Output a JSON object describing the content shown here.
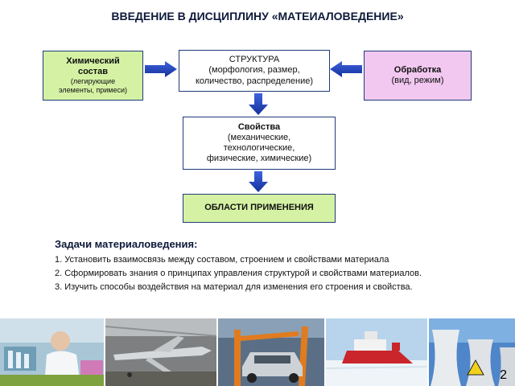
{
  "title": "ВВЕДЕНИЕ В ДИСЦИПЛИНУ «МАТЕИАЛОВЕДЕНИЕ»",
  "diagram": {
    "chemical": {
      "title_line1": "Химический",
      "title_line2": "состав",
      "detail_line1": "(легирующие",
      "detail_line2": "элементы, примеси)"
    },
    "structure": {
      "title": "СТРУКТУРА",
      "detail_line1": "(морфология, размер,",
      "detail_line2": "количество, распределение)"
    },
    "processing": {
      "title": "Обработка",
      "detail": "(вид, режим)"
    },
    "properties": {
      "title": "Свойства",
      "detail_line1": "(механические,",
      "detail_line2": "технологические,",
      "detail_line3": "физические, химические)"
    },
    "applications": {
      "title": "ОБЛАСТИ  ПРИМЕНЕНИЯ"
    }
  },
  "tasks": {
    "heading": "Задачи материаловедения:",
    "items": [
      "1. Установить взаимосвязь между составом, строением и свойствами материала",
      "2. Сформировать знания о принципах управления структурой и свойствами материалов.",
      "3. Изучить способы воздействия на материал для изменения его строения и свойства."
    ]
  },
  "photos": [
    "laboratory-photo",
    "aircraft-assembly-photo",
    "car-factory-photo",
    "icebreaker-photo",
    "cooling-towers-photo"
  ],
  "colors": {
    "arrow": "#1f3fbf",
    "green_box": "#d5f2a4",
    "pink_box": "#f2c8f0",
    "border": "#1f3a7a"
  },
  "page_number": "2"
}
